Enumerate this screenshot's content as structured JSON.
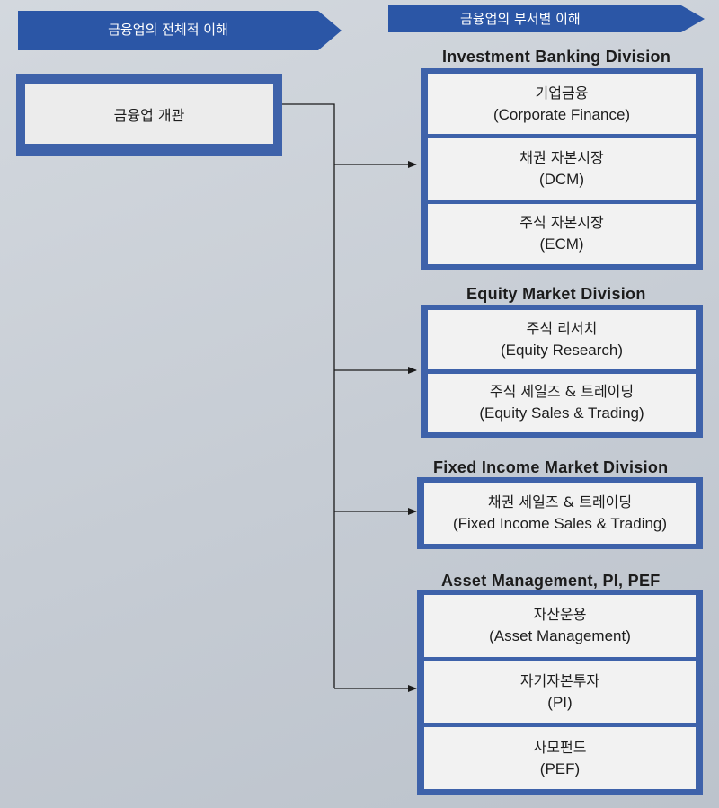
{
  "headers": {
    "left": "금융업의 전체적 이해",
    "right": "금융업의 부서별 이해"
  },
  "main_box": {
    "label": "금융업 개관"
  },
  "divisions": [
    {
      "title": "Investment Banking Division",
      "items": [
        {
          "ko": "기업금융",
          "en": "(Corporate Finance)"
        },
        {
          "ko": "채권 자본시장",
          "en": "(DCM)"
        },
        {
          "ko": "주식 자본시장",
          "en": "(ECM)"
        }
      ]
    },
    {
      "title": "Equity Market Division",
      "items": [
        {
          "ko": "주식 리서치",
          "en": "(Equity Research)"
        },
        {
          "ko": "주식 세일즈 & 트레이딩",
          "en": "(Equity Sales & Trading)"
        }
      ]
    },
    {
      "title": "Fixed Income Market Division",
      "items": [
        {
          "ko": "채권 세일즈 & 트레이딩",
          "en": "(Fixed Income Sales & Trading)"
        }
      ]
    },
    {
      "title": "Asset Management, PI, PEF",
      "items": [
        {
          "ko": "자산운용",
          "en": "(Asset Management)"
        },
        {
          "ko": "자기자본투자",
          "en": "(PI)"
        },
        {
          "ko": "사모펀드",
          "en": "(PEF)"
        }
      ]
    }
  ],
  "colors": {
    "banner": "#2b56a6",
    "box_border": "#3e62aa",
    "box_fill": "#f2f2f2",
    "line": "#1a1a1a"
  }
}
